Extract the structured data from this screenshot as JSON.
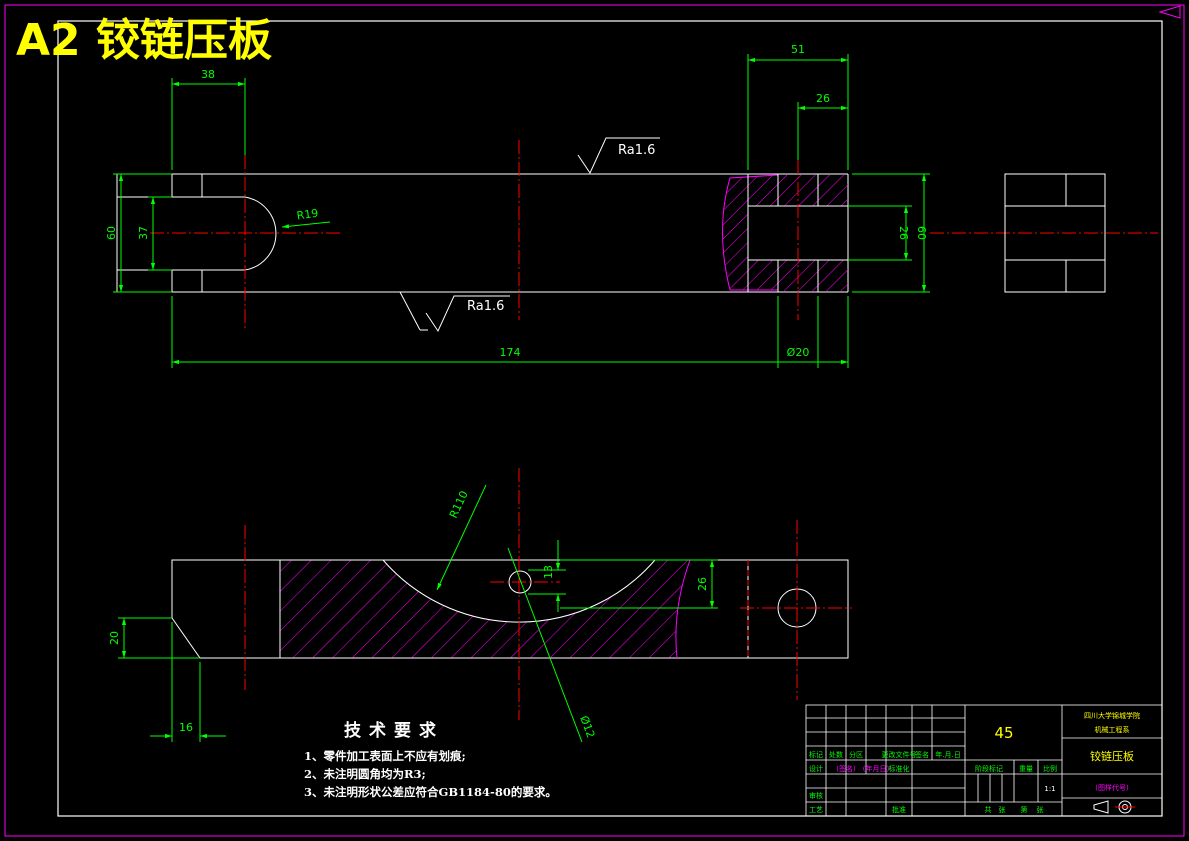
{
  "title": "A2 铰链压板",
  "dimensions": {
    "d38": "38",
    "d51": "51",
    "d26_top": "26",
    "d60_left": "60",
    "d37": "37",
    "r19": "R19",
    "d26_right": "26",
    "d60_right": "60",
    "d174": "174",
    "phi20": "Ø20",
    "r110": "R110",
    "d13": "13",
    "d26_front": "26",
    "d20": "20",
    "d16": "16",
    "phi12": "Ø12"
  },
  "roughness": {
    "top": "Ra1.6",
    "bottom": "Ra1.6"
  },
  "tech_requirements": {
    "title": "技术要求",
    "items": [
      "1、零件加工表面上不应有划痕;",
      "2、未注明圆角均为R3;",
      "3、未注明形状公差应符合GB1184-80的要求。"
    ]
  },
  "title_block": {
    "material": "45",
    "school_line1": "四川大学锦城学院",
    "school_line2": "机械工程系",
    "part_name": "铰链压板",
    "drawing_code": "(图样代号)",
    "scale": "1:1",
    "headers_row": [
      "标记",
      "处数",
      "分区",
      "更改文件号",
      "签名",
      "年.月.日"
    ],
    "design_row": [
      "设计",
      "(签名)",
      "(年月日)",
      "标准化"
    ],
    "stage_row": [
      "阶段标记",
      "重量",
      "比例"
    ],
    "review": "审核",
    "process": "工艺",
    "approve": "批准",
    "sheet_row": [
      "共",
      "张",
      "第",
      "张"
    ]
  },
  "colors": {
    "outline": "#ffffff",
    "dimension": "#00ff00",
    "centerline": "#ff0000",
    "hatch": "#ff00ff",
    "title": "#ffff00",
    "frame": "#ff00ff"
  }
}
